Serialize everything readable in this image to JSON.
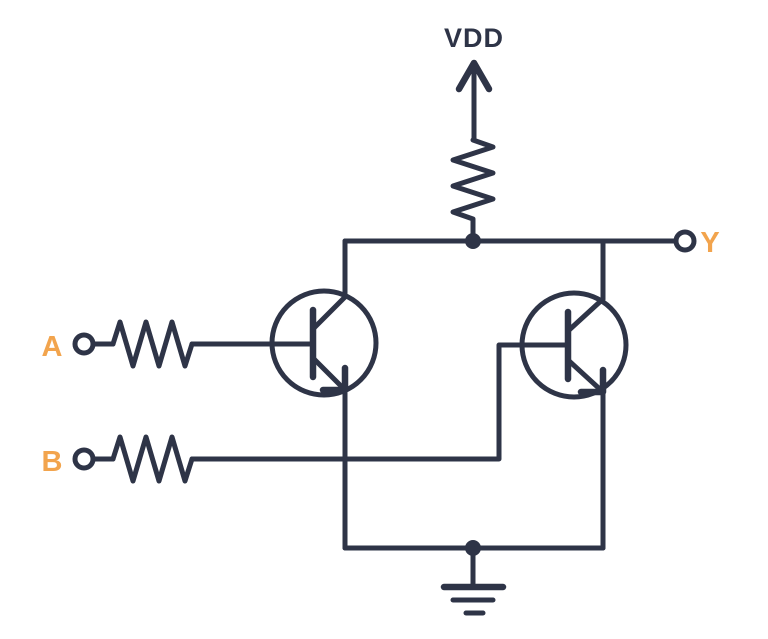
{
  "labels": {
    "supply": "VDD",
    "input_a": "A",
    "input_b": "B",
    "output": "Y"
  },
  "colors": {
    "wire": "#2e3447",
    "accent": "#f2a44d",
    "background": "#ffffff"
  },
  "components": [
    {
      "name": "vdd-supply-arrow",
      "type": "power-supply-arrow"
    },
    {
      "name": "pullup-resistor",
      "type": "resistor"
    },
    {
      "name": "input-a-resistor",
      "type": "resistor"
    },
    {
      "name": "input-b-resistor",
      "type": "resistor"
    },
    {
      "name": "left-transistor",
      "type": "npn-bjt"
    },
    {
      "name": "right-transistor",
      "type": "npn-bjt"
    },
    {
      "name": "input-a-terminal",
      "type": "open-terminal"
    },
    {
      "name": "input-b-terminal",
      "type": "open-terminal"
    },
    {
      "name": "output-y-terminal",
      "type": "open-terminal"
    },
    {
      "name": "ground-symbol",
      "type": "earth-ground"
    }
  ]
}
